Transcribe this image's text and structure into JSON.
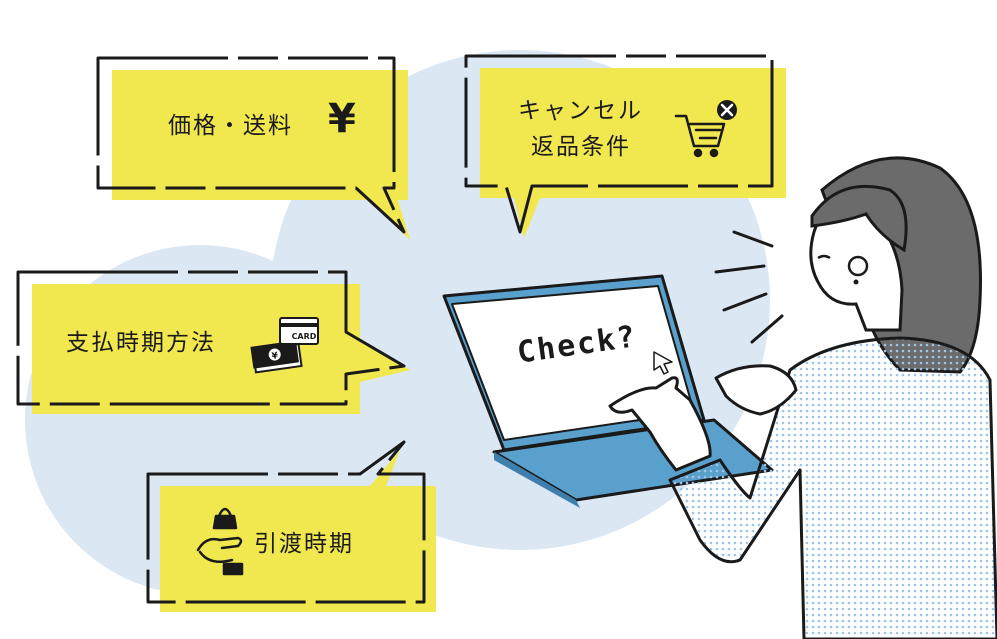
{
  "bubbles": {
    "price_shipping": {
      "label": "価格・送料",
      "symbol": "¥"
    },
    "cancel_returns": {
      "line1": "キャンセル",
      "line2": "返品条件"
    },
    "payment": {
      "label": "支払時期方法",
      "card_text": "CARD",
      "bill_symbol": "¥"
    },
    "delivery": {
      "label": "引渡時期"
    }
  },
  "laptop": {
    "screen_text": "Check?"
  },
  "colors": {
    "bubble_fill": "#f1e74e",
    "circle_fill": "#dbe8f4",
    "laptop_blue": "#5aa0cc",
    "outline": "#1a1a1a",
    "hair": "#6b6b6b",
    "shirt_dots": "#9ec5e6"
  },
  "icons": [
    "yen-icon",
    "cart-with-x-icon",
    "card-and-cash-icon",
    "bag-in-hand-icon",
    "cursor-icon"
  ]
}
